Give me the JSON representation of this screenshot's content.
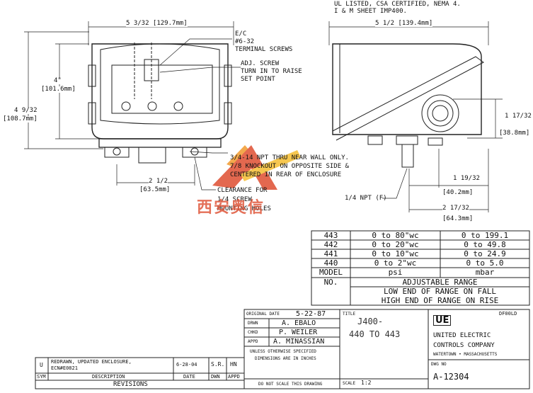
{
  "notes": {
    "line1": "UL LISTED, CSA CERTIFIED, NEMA 4.",
    "line2": "I & M SHEET IMP400."
  },
  "front_view": {
    "width_dim": "5 3/32 [129.7mm]",
    "height_inner": "4\"",
    "height_inner_mm": "[101.6mm]",
    "height_outer": "4 9/32",
    "height_outer_mm": "[108.7mm]",
    "ec_label": "E/C",
    "screw_label": "#6-32",
    "terminal_label": "TERMINAL SCREWS",
    "adj1": "ADJ. SCREW",
    "adj2": "TURN IN TO RAISE",
    "adj3": "SET POINT",
    "npt1": "3/4-14 NPT THRU NEAR WALL ONLY.",
    "npt2": "7/8 KNOCKOUT ON OPPOSITE SIDE &",
    "npt3": "CENTERED IN REAR OF ENCLOSURE",
    "mount_dim": "2 1/2",
    "mount_dim_mm": "[63.5mm]",
    "clear1": "CLEARANCE FOR",
    "clear2": "1/4 SCREW",
    "clear3": "MOUNTING HOLES"
  },
  "side_view": {
    "width_dim": "5 1/2 [139.4mm]",
    "dim_a": "1 17/32",
    "dim_a_mm": "[38.8mm]",
    "dim_b": "1 19/32",
    "dim_b_mm": "[40.2mm]",
    "npt_label": "1/4 NPT (F)",
    "dim_c": "2 17/32",
    "dim_c_mm": "[64.3mm]"
  },
  "watermark": "西安奥信",
  "range_table": {
    "rows": [
      {
        "model": "443",
        "psi": "0 to 80\"wc",
        "mbar": "0 to 199.1"
      },
      {
        "model": "442",
        "psi": "0 to 20\"wc",
        "mbar": "0 to 49.8"
      },
      {
        "model": "441",
        "psi": "0 to 10\"wc",
        "mbar": "0 to 24.9"
      },
      {
        "model": "440",
        "psi": "0 to 2\"wc",
        "mbar": "0 to 5.0"
      }
    ],
    "head_model": "MODEL",
    "head_no": "NO.",
    "head_psi": "psi",
    "head_mbar": "mbar",
    "adjustable": "ADJUSTABLE RANGE",
    "low_end": "LOW END OF RANGE ON FALL",
    "high_end": "HIGH END OF RANGE ON RISE"
  },
  "title_block": {
    "orig_date_label": "ORIGINAL DATE",
    "orig_date": "5-22-87",
    "drwn_label": "DRWN",
    "drwn": "A. EBALO",
    "chkd_label": "CHKD",
    "chkd": "P. WEILER",
    "appd_label": "APPD",
    "appd": "A. MINASSIAN",
    "unless1": "UNLESS OTHERWISE SPECIFIED",
    "unless2": "DIMENSIONS ARE IN INCHES",
    "no_scale": "DO NOT SCALE THIS DRAWING",
    "title_label": "TITLE",
    "title1": "J400-",
    "title2": "440 TO 443",
    "scale_label": "SCALE",
    "scale": "1:2",
    "code": "DF00LD",
    "logo": "UE",
    "company1": "UNITED ELECTRIC",
    "company2": "CONTROLS COMPANY",
    "company3": "WATERTOWN • MASSACHUSETTS",
    "dwg_label": "DWG NO",
    "dwg_no": "A-12304"
  },
  "revisions": {
    "sym": "U",
    "desc1": "REDRAWN, UPDATED ENCLOSURE,",
    "desc2": "ECN#E0821",
    "date": "6-28-04",
    "dwn": "S.R.",
    "appd": "HN",
    "head_sym": "SYM",
    "head_desc": "DESCRIPTION",
    "head_date": "DATE",
    "head_dwn": "DWN",
    "head_appd": "APPD",
    "footer": "REVISIONS"
  }
}
